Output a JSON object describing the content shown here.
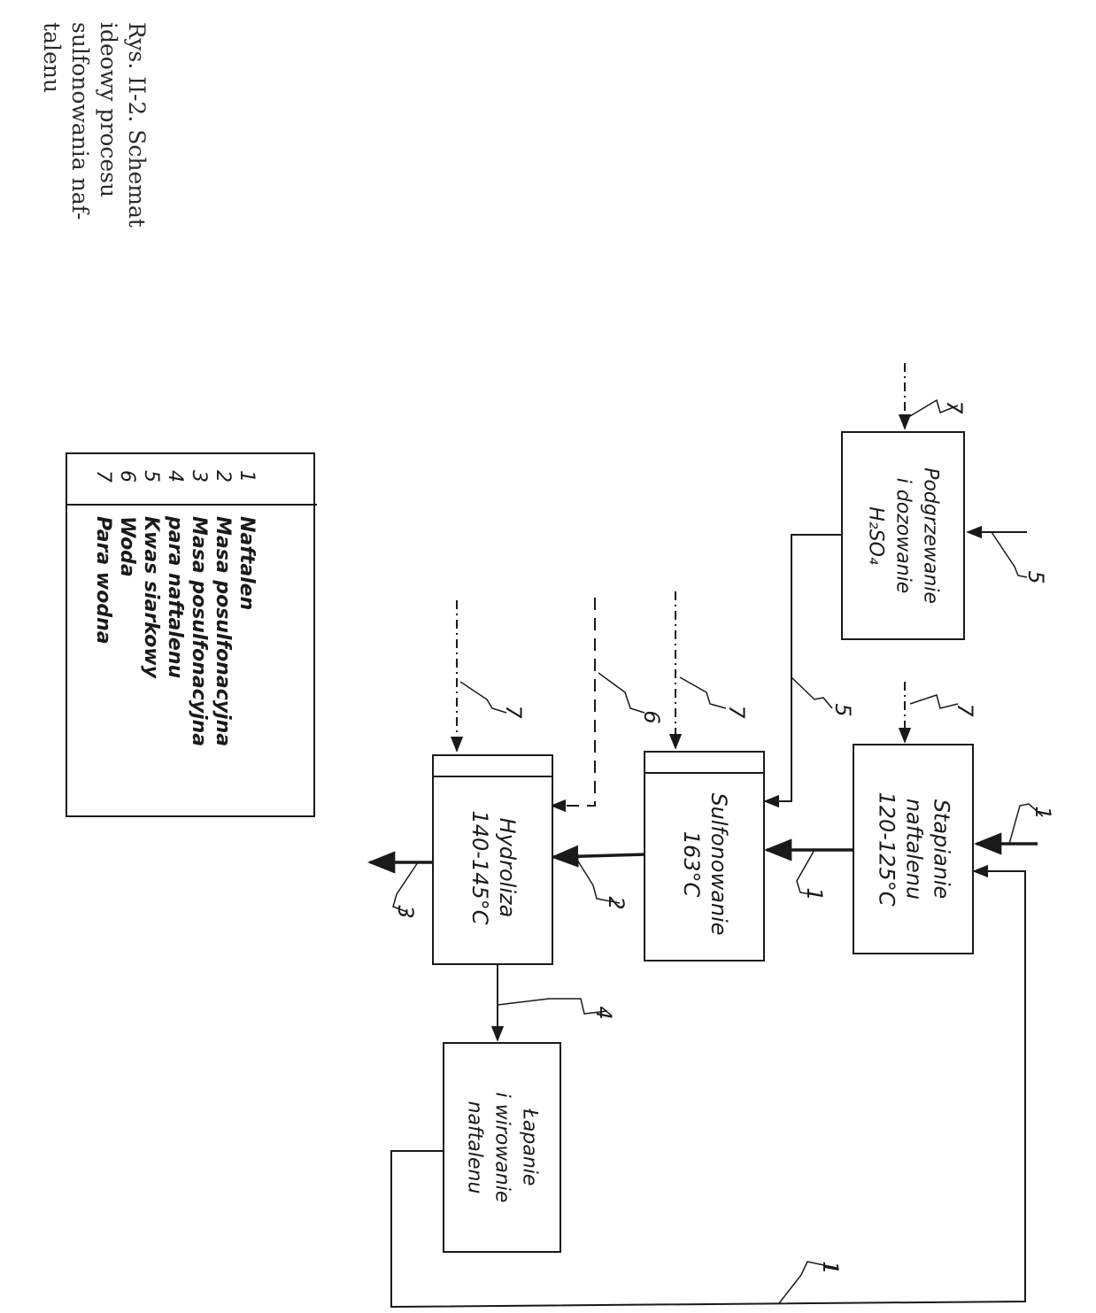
{
  "caption": {
    "line1": "Rys. II-2. Schemat",
    "line2": "ideowy       procesu",
    "line3": "sulfonowania  naf-",
    "line4": "talenu"
  },
  "boxes": {
    "podgrzewanie": {
      "line1": "Podgrzewanie",
      "line2": "i dozowanie",
      "line3": "H₂SO₄"
    },
    "stapianie": {
      "line1": "Stapianie",
      "line2": "naftalenu",
      "line3": "120-125°C"
    },
    "sulfonowanie": {
      "line1": "Sulfonowanie",
      "line2": "163°C"
    },
    "hydroliza": {
      "line1": "Hydroliza",
      "line2": "140-145°C"
    },
    "lapanie": {
      "line1": "Łapanie",
      "line2": "i wirowanie",
      "line3": "naftalenu"
    }
  },
  "legend": [
    {
      "num": "1",
      "label": "Naftalen"
    },
    {
      "num": "2",
      "label": "Masa posulfonacyjna"
    },
    {
      "num": "3",
      "label": "Masa posulfonacyjna"
    },
    {
      "num": "4",
      "label": "para naftalenu"
    },
    {
      "num": "5",
      "label": "Kwas siarkowy"
    },
    {
      "num": "6",
      "label": "Woda"
    },
    {
      "num": "7",
      "label": "Para wodna"
    }
  ],
  "stream_labels": {
    "s7_podgrz": "7",
    "s5_podgrz": "5",
    "s1_in": "1",
    "s7_stap": "7",
    "s5_sulf": "5",
    "s7_sulf": "7",
    "s6_hydr": "6",
    "s7_hydr": "7",
    "s1_mid": "1",
    "s2": "2",
    "s3": "3",
    "s4": "4",
    "s1_recycle": "1"
  }
}
